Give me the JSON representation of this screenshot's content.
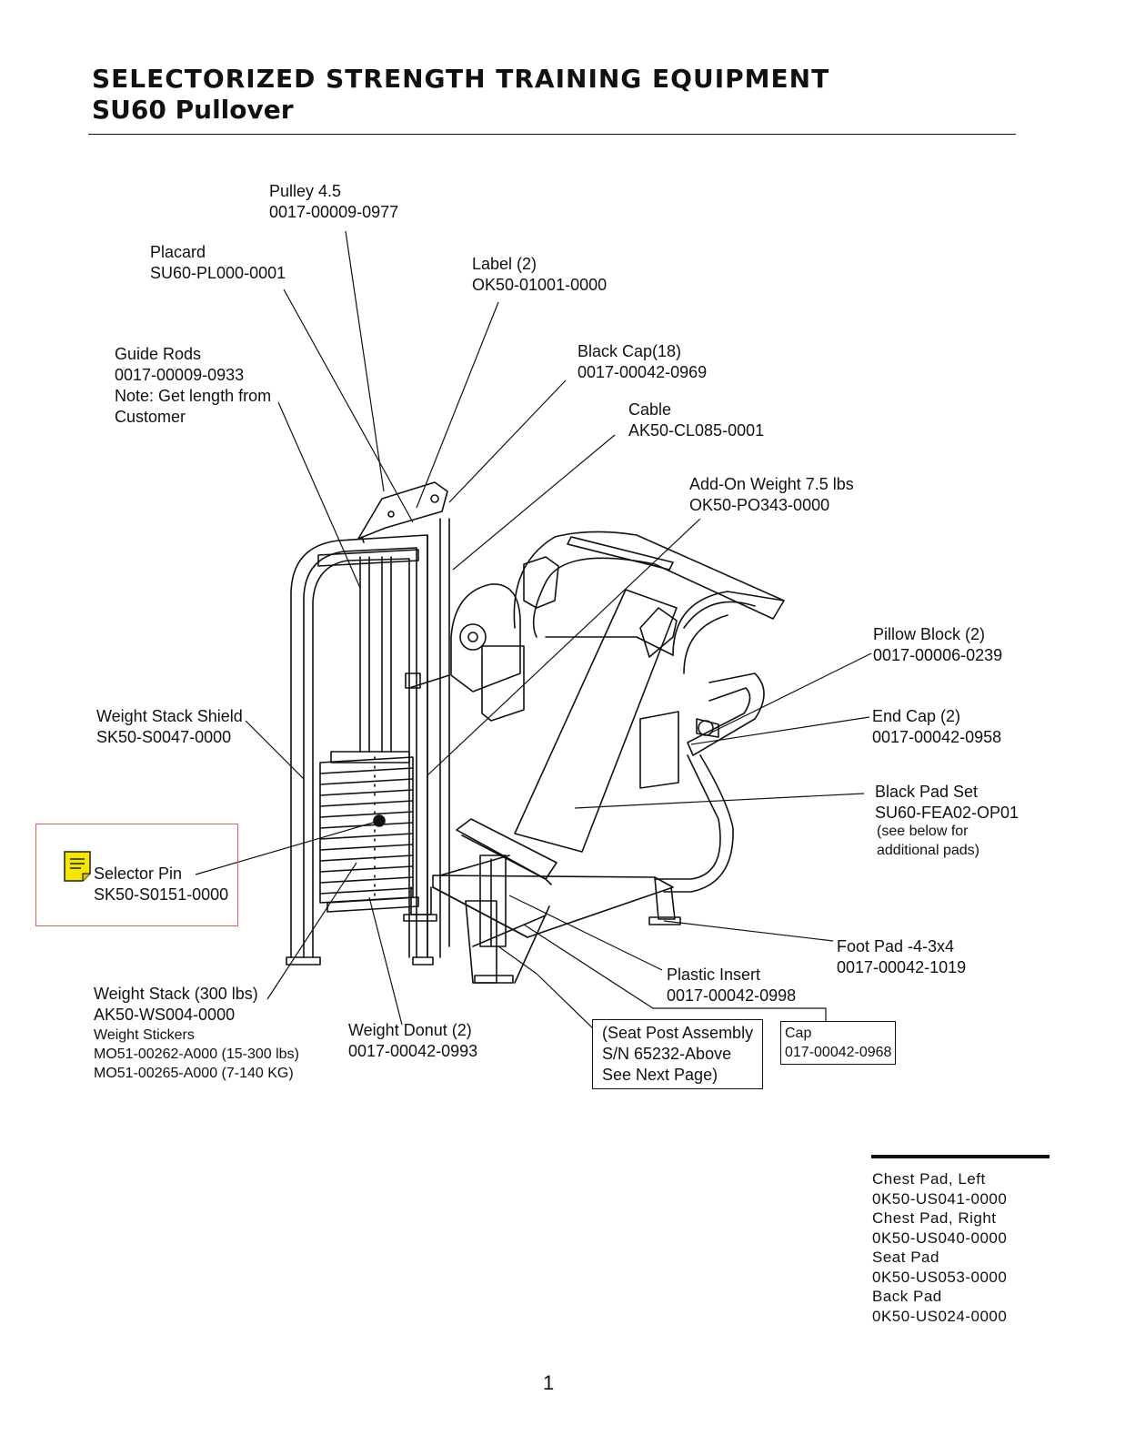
{
  "header": {
    "title_line1": "SELECTORIZED STRENGTH TRAINING EQUIPMENT",
    "title_line2": "SU60 Pullover"
  },
  "labels": {
    "pulley": [
      "Pulley 4.5",
      "0017-00009-0977"
    ],
    "placard": [
      "Placard",
      "SU60-PL000-0001"
    ],
    "label": [
      "Label (2)",
      "OK50-01001-0000"
    ],
    "guide_rods": [
      "Guide Rods",
      "0017-00009-0933",
      "Note: Get length from",
      "Customer"
    ],
    "black_cap": [
      "Black Cap(18)",
      "0017-00042-0969"
    ],
    "cable": [
      "Cable",
      "AK50-CL085-0001"
    ],
    "add_on_weight": [
      "Add-On Weight 7.5 lbs",
      "OK50-PO343-0000"
    ],
    "pillow_block": [
      "Pillow Block (2)",
      "0017-00006-0239"
    ],
    "end_cap": [
      "End Cap (2)",
      "0017-00042-0958"
    ],
    "black_pad_set": [
      "Black Pad Set",
      "SU60-FEA02-OP01"
    ],
    "black_pad_set_note": [
      "(see below for",
      "additional pads)"
    ],
    "weight_stack_shield": [
      "Weight Stack Shield",
      "SK50-S0047-0000"
    ],
    "selector_pin": [
      "Selector Pin",
      "SK50-S0151-0000"
    ],
    "foot_pad": [
      "Foot Pad -4-3x4",
      "0017-00042-1019"
    ],
    "plastic_insert": [
      "Plastic  Insert",
      "0017-00042-0998"
    ],
    "weight_stack": [
      "Weight Stack (300 lbs)",
      "AK50-WS004-0000"
    ],
    "weight_stickers": [
      "Weight Stickers",
      "MO51-00262-A000 (15-300 lbs)",
      "MO51-00265-A000 (7-140 KG)"
    ],
    "weight_donut": [
      "Weight Donut (2)",
      "0017-00042-0993"
    ],
    "seat_post": [
      "(Seat Post Assembly",
      "S/N 65232-Above",
      "See Next Page)"
    ],
    "cap": [
      "Cap",
      "017-00042-0968"
    ]
  },
  "pads_list": [
    "Chest Pad, Left",
    "0K50-US041-0000",
    "Chest Pad, Right",
    "0K50-US040-0000",
    "Seat Pad",
    "0K50-US053-0000",
    "Back Pad",
    "0K50-US024-0000"
  ],
  "page_number": "1",
  "icons": {
    "note": "sticky-note-icon"
  },
  "colors": {
    "note_icon": "#f5e60a",
    "selector_outline": "#e06060"
  }
}
